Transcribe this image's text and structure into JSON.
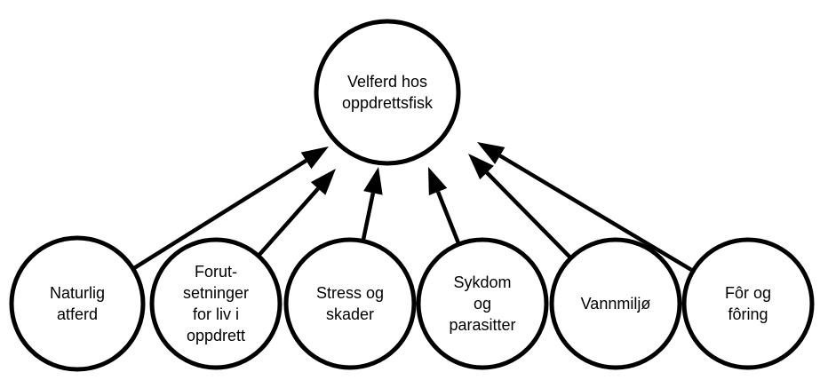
{
  "diagram": {
    "center": {
      "id": "center",
      "lines": [
        "Velferd hos",
        "oppdrettsfisk"
      ]
    },
    "factors": [
      {
        "id": "naturlig-atferd",
        "lines": [
          "Naturlig",
          "atferd"
        ]
      },
      {
        "id": "forutsetninger",
        "lines": [
          "Forut-",
          "setninger",
          "for liv i",
          "oppdrett"
        ]
      },
      {
        "id": "stress-og-skader",
        "lines": [
          "Stress og",
          "skader"
        ]
      },
      {
        "id": "sykdom-og-parasitter",
        "lines": [
          "Sykdom",
          "og",
          "parasitter"
        ]
      },
      {
        "id": "vannmiljo",
        "lines": [
          "Vannmiljø"
        ]
      },
      {
        "id": "for-og-foring",
        "lines": [
          "Fôr og",
          "fôring"
        ]
      }
    ],
    "colors": {
      "stroke": "#000000",
      "fill": "#ffffff",
      "text": "#000000"
    }
  }
}
